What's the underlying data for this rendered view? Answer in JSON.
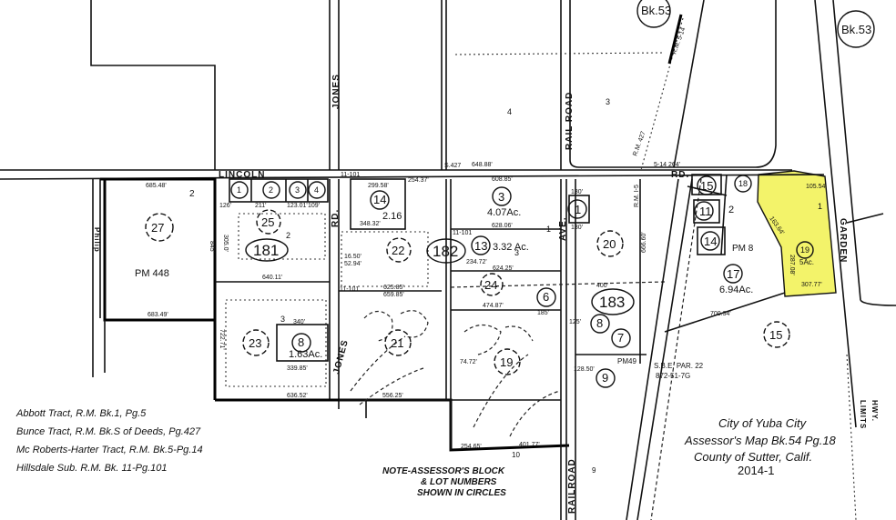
{
  "map": {
    "highlight_color": "#f3f36a",
    "roads": {
      "lincoln": "LINCOLN",
      "rd": "RD.",
      "rd_short": "RD.",
      "jones_top": "JONES",
      "jones_bottom": "JONES",
      "railroad_top": "RAIL ROAD",
      "railroad_bottom": "RAILROAD",
      "ave": "AVE.",
      "garden": "GARDEN",
      "philip": "Philip",
      "hwy": "HWY.",
      "limits": "LIMITS"
    },
    "book_refs": [
      "Bk.53",
      "Bk.53"
    ],
    "blocks": [
      "181",
      "182",
      "183"
    ],
    "lots": [
      "27",
      "25",
      "1",
      "2",
      "3",
      "4",
      "14",
      "22",
      "23",
      "8",
      "21",
      "3",
      "13",
      "24",
      "6",
      "19",
      "1",
      "20",
      "8",
      "7",
      "9",
      "15",
      "18",
      "11",
      "14",
      "17",
      "19",
      "15"
    ],
    "acreages": [
      "2.16",
      "1.63Ac.",
      "4.07Ac.",
      "3.32 Ac.",
      "6.94Ac.",
      "5Ac."
    ],
    "labels": {
      "pm448": "PM 448",
      "pm8": "PM 8",
      "pm49": "PM49",
      "sbe1": "S.B.E. PAR. 22",
      "sbe2": "872-51-7G",
      "rm514": "R.M. 5-14",
      "rm427": "R.M. 427",
      "rm15": "R.M. I-5",
      "s427": "S.427",
      "rm514b": "5-14 264'",
      "r1101a": "11-101",
      "r1101b": "11-101",
      "r1101c": "11-101"
    },
    "parcel_numbers": [
      "2",
      "2",
      "3",
      "4",
      "3",
      "1",
      "1",
      "2",
      "10",
      "9",
      "3"
    ],
    "dimensions": [
      "685.48'",
      "683.49'",
      "640.11'",
      "305.0'",
      "845'",
      "722.71'",
      "340'",
      "339.85'",
      "636.52'",
      "556.25'",
      "299.58'",
      "348.32'",
      "16.50'",
      "52.94'",
      "625.85'",
      "659.85'",
      "254.37'",
      "608.85'",
      "628.06'",
      "234.72'",
      "624.25'",
      "474.87'",
      "400'",
      "130'",
      "130'",
      "125'",
      "700.34'",
      "307.77'",
      "105.54",
      "287.08'",
      "163.64'",
      "254.65'",
      "401.77'",
      "648.88'",
      "126'",
      "211'",
      "123.01'",
      "109'",
      "74.72'",
      "128.50'",
      "185'",
      "666.60'"
    ],
    "tract_notes": [
      "Abbott Tract, R.M. Bk.1, Pg.5",
      "Bunce Tract, R.M. Bk.S of Deeds, Pg.427",
      "Mc Roberts-Harter Tract, R.M. Bk.5-Pg.14",
      "Hillsdale Sub.   R.M. Bk. 11-Pg.101"
    ],
    "assessor_note": [
      "NOTE-ASSESSOR'S BLOCK",
      "& LOT NUMBERS",
      "SHOWN IN CIRCLES"
    ],
    "title_block": [
      "City of Yuba City",
      "Assessor's Map Bk.54 Pg.18",
      "County of Sutter, Calif.",
      "2014-1"
    ]
  }
}
